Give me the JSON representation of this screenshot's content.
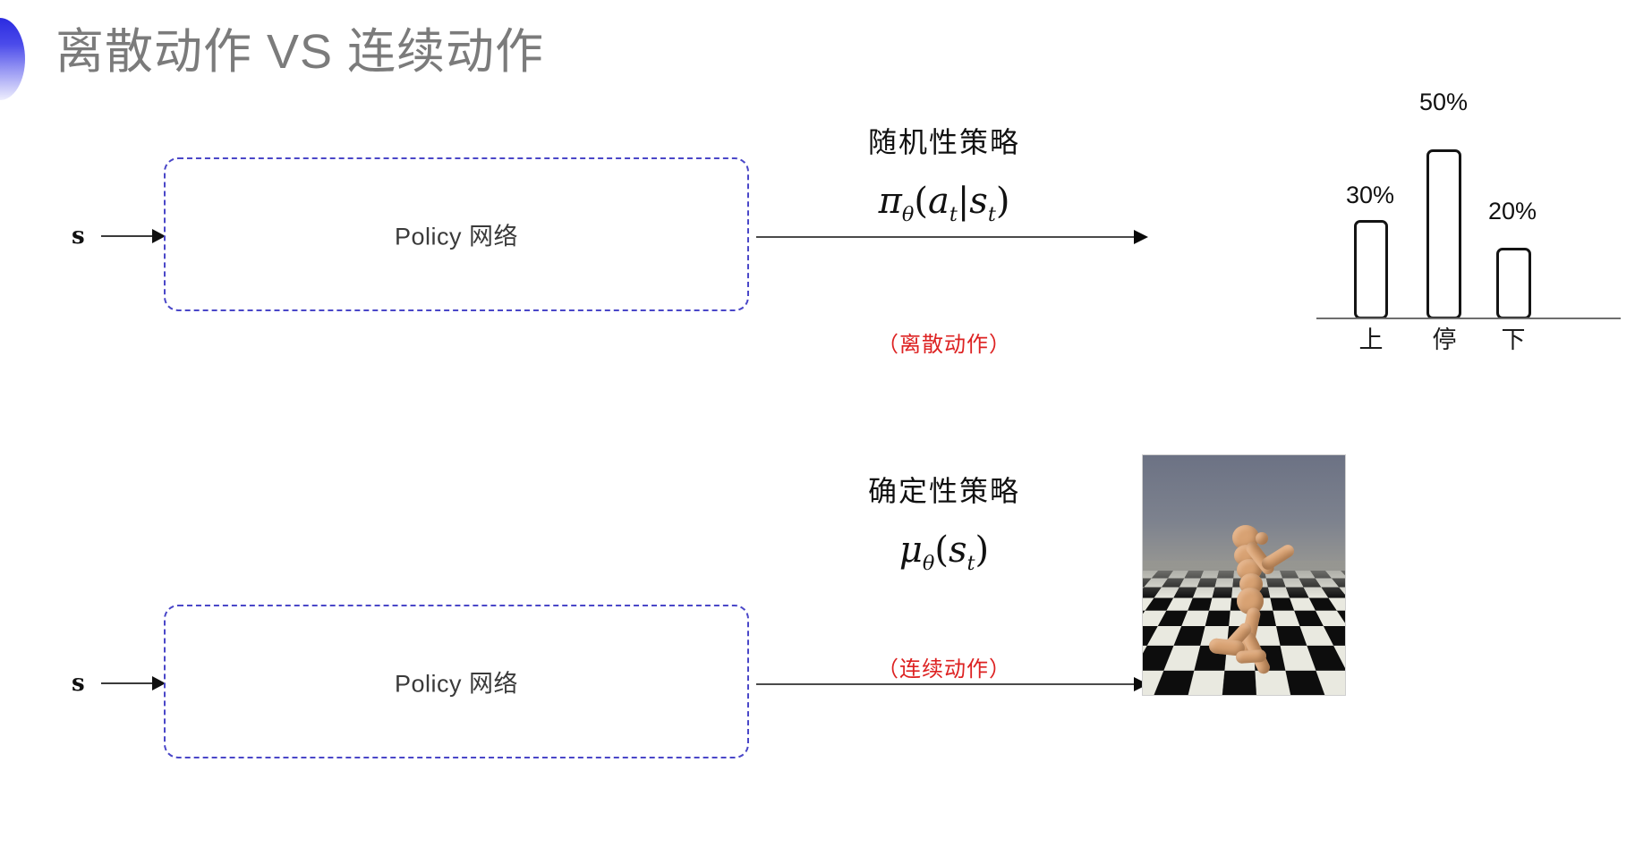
{
  "slide": {
    "title": "离散动作 VS 连续动作",
    "title_color": "#7b7b7b",
    "background": "#ffffff",
    "decor_icon": "half-circle-gradient-decor"
  },
  "accent_colors": {
    "policy_box_border": "#4a47c8",
    "note_red": "#dd2222",
    "bar_outline": "#141414",
    "arrow": "#4a4a4a",
    "decor_gradient_from": "#2a2ae0",
    "decor_gradient_to": "#eeeefd"
  },
  "rows": [
    {
      "id": "discrete",
      "input_label": "s",
      "policy_label": "Policy 网络",
      "annotation": {
        "heading": "随机性策略",
        "formula_plain": "π_θ(a_t|s_t)",
        "formula": {
          "fn": "π",
          "fn_sub": "θ",
          "open": "(",
          "arg1": "a",
          "arg1_sub": "t",
          "bar": "|",
          "arg2": "s",
          "arg2_sub": "t",
          "close": ")"
        },
        "note": "（离散动作）"
      },
      "output_kind": "bar-chart"
    },
    {
      "id": "continuous",
      "input_label": "s",
      "policy_label": "Policy 网络",
      "annotation": {
        "heading": "确定性策略",
        "formula_plain": "μ_θ(s_t)",
        "formula": {
          "fn": "μ",
          "fn_sub": "θ",
          "open": "(",
          "arg1": "s",
          "arg1_sub": "t",
          "bar": "",
          "arg2": "",
          "arg2_sub": "",
          "close": ")"
        },
        "note": "（连续动作）"
      },
      "output_kind": "humanoid-simulation-image"
    }
  ],
  "chart_data": {
    "type": "bar",
    "title": "",
    "categories": [
      "上",
      "停",
      "下"
    ],
    "values": [
      30,
      50,
      20
    ],
    "value_labels": [
      "30%",
      "50%",
      "20%"
    ],
    "xlabel": "",
    "ylabel": "",
    "ylim": [
      0,
      60
    ],
    "grid": false,
    "legend": "none",
    "bar_style": "outlined-white",
    "axis": "baseline-only"
  },
  "simulation_image": {
    "alt_name": "mujoco-humanoid-kneeling-on-checkerboard-floor",
    "sky_color": "#7b8190",
    "figure_color": "#d8a273",
    "floor_pattern": "checkerboard"
  }
}
